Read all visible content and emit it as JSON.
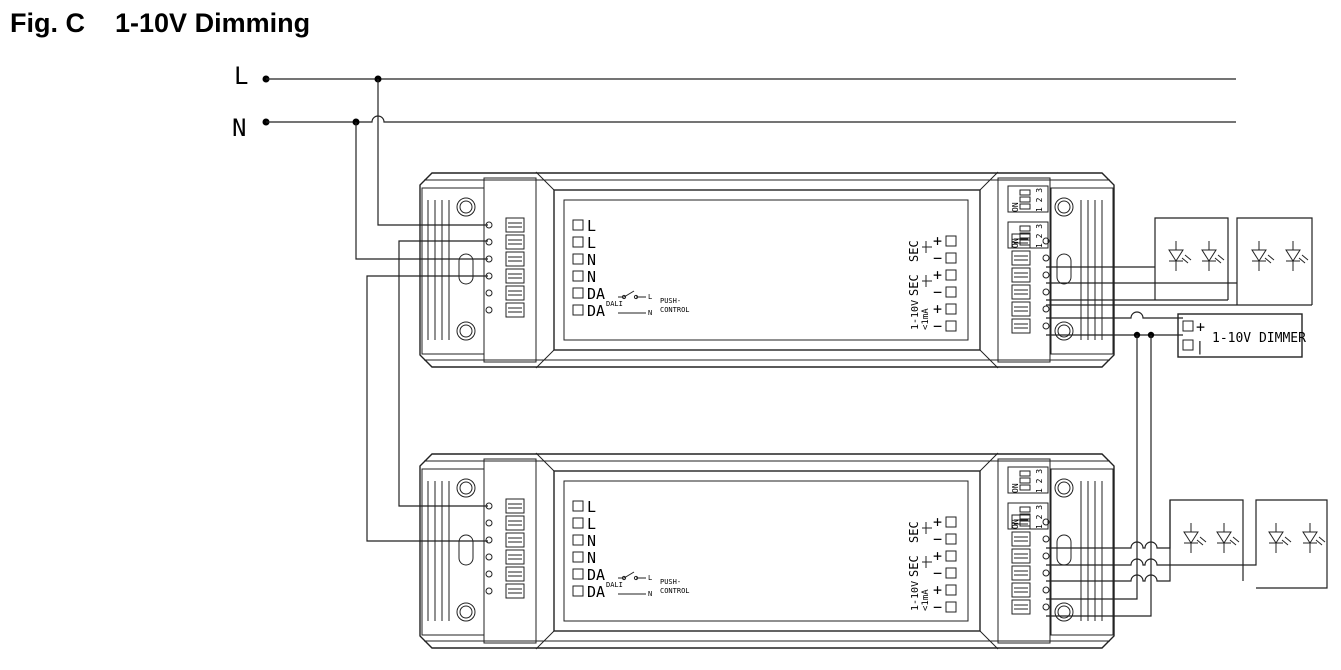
{
  "figure": {
    "label": "Fig. C",
    "title": "1-10V Dimming"
  },
  "mains": {
    "line_label": "L",
    "neutral_label": "N"
  },
  "driver": {
    "primary_terminals": [
      "L",
      "L",
      "N",
      "N",
      "DA",
      "DA"
    ],
    "dali_label": "DALI",
    "push_label_1": "PUSH-",
    "push_label_2": "CONTROL",
    "push_l": "L",
    "push_n": "N",
    "sec_label": "SEC",
    "dim_label_1": "1-10V",
    "dim_label_2": "<1mA",
    "plus_symbol": "+",
    "minus_symbol": "−",
    "dip_on": "ON",
    "dip_numbers": "1 2 3"
  },
  "dimmer": {
    "label": "1-10V DIMMER",
    "plus": "+",
    "minus": "|"
  }
}
